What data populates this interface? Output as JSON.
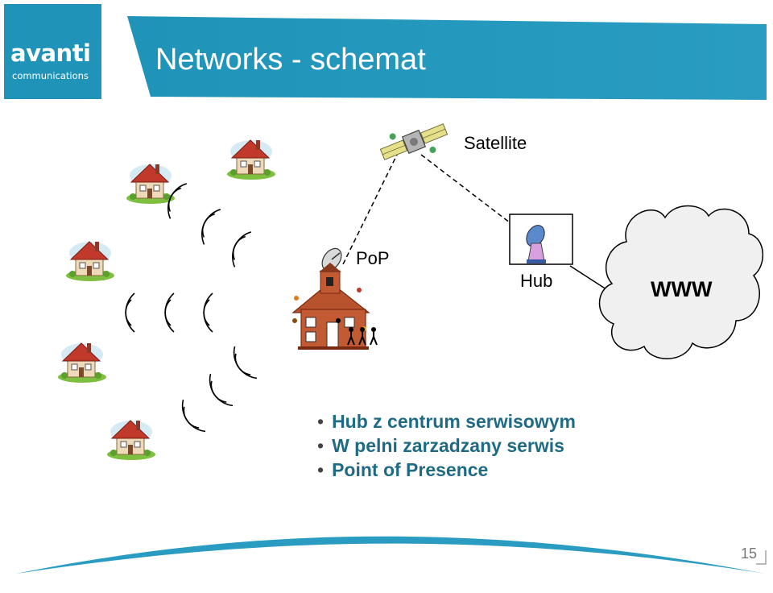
{
  "logo": {
    "main": "avanti",
    "sub": "communications"
  },
  "title": "Networks - schemat",
  "diagram": {
    "labels": {
      "satellite": "Satellite",
      "pop": "PoP",
      "hub": "Hub",
      "www": "WWW"
    }
  },
  "bullets": [
    "Hub z centrum serwisowym",
    "W pelni zarzadzany serwis",
    "Point of Presence"
  ],
  "page_number": "15",
  "colors": {
    "brand": "#1f94b8",
    "bullet_text": "#1f6a85",
    "roof": "#c0392b",
    "school": "#b8532e"
  }
}
